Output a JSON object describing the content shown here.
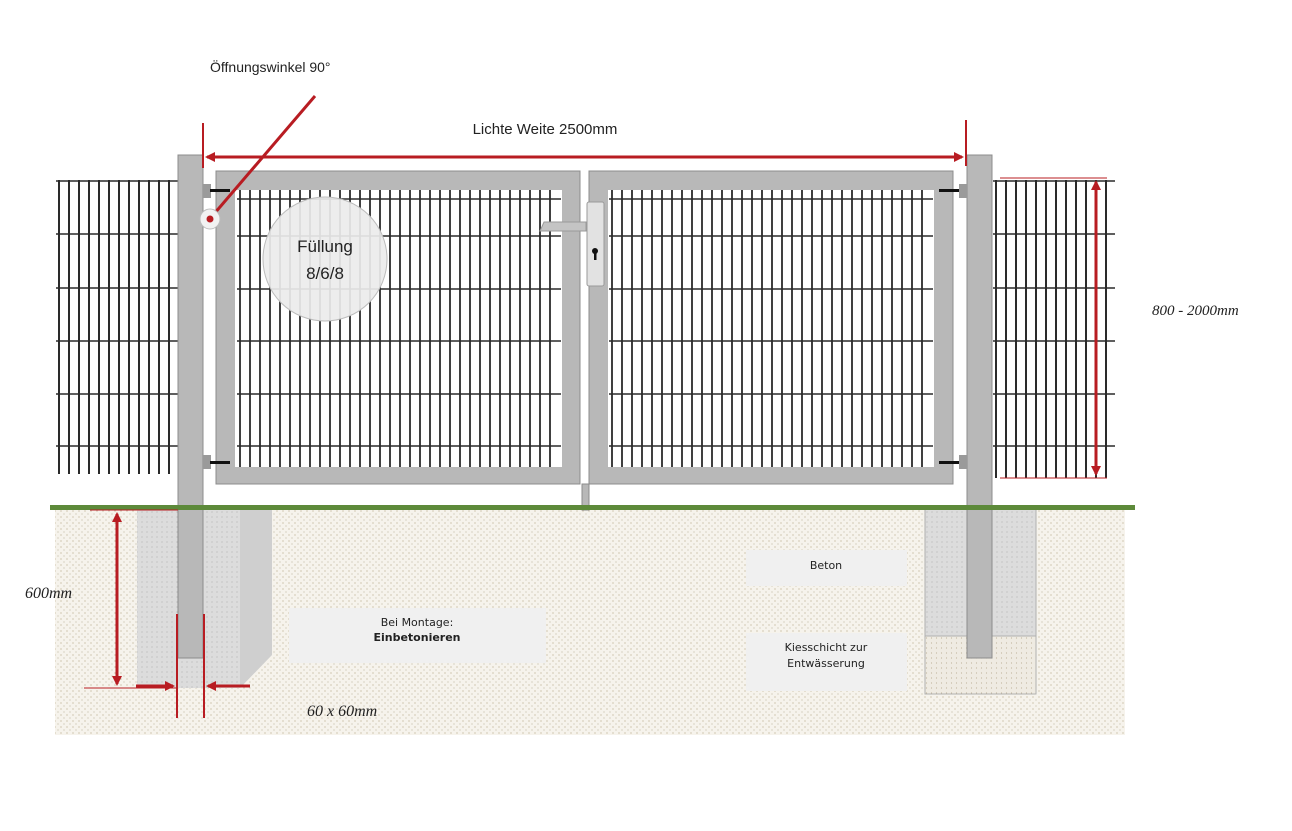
{
  "labels": {
    "opening_angle": "Öffnungswinkel 90°",
    "clear_width": "Lichte Weite  2500mm",
    "filling_line1": "Füllung",
    "filling_line2": "8/6/8",
    "height_range": "800 - 2000mm",
    "depth": "600mm",
    "post_size": "60 x 60mm",
    "mounting_line1": "Bei Montage:",
    "mounting_line2": "Einbetonieren",
    "concrete": "Beton",
    "gravel_line1": "Kiesschicht zur",
    "gravel_line2": "Entwässerung"
  },
  "colors": {
    "dimension": "#b81c22",
    "frame": "#b3b3b3",
    "frame_stroke": "#8c8c8c",
    "mesh": "#2a2a2a",
    "grass": "#5d8a3a",
    "soil": "#f4f1ea",
    "concrete": "#d9d9d9",
    "gravel": "#eeeae0"
  }
}
